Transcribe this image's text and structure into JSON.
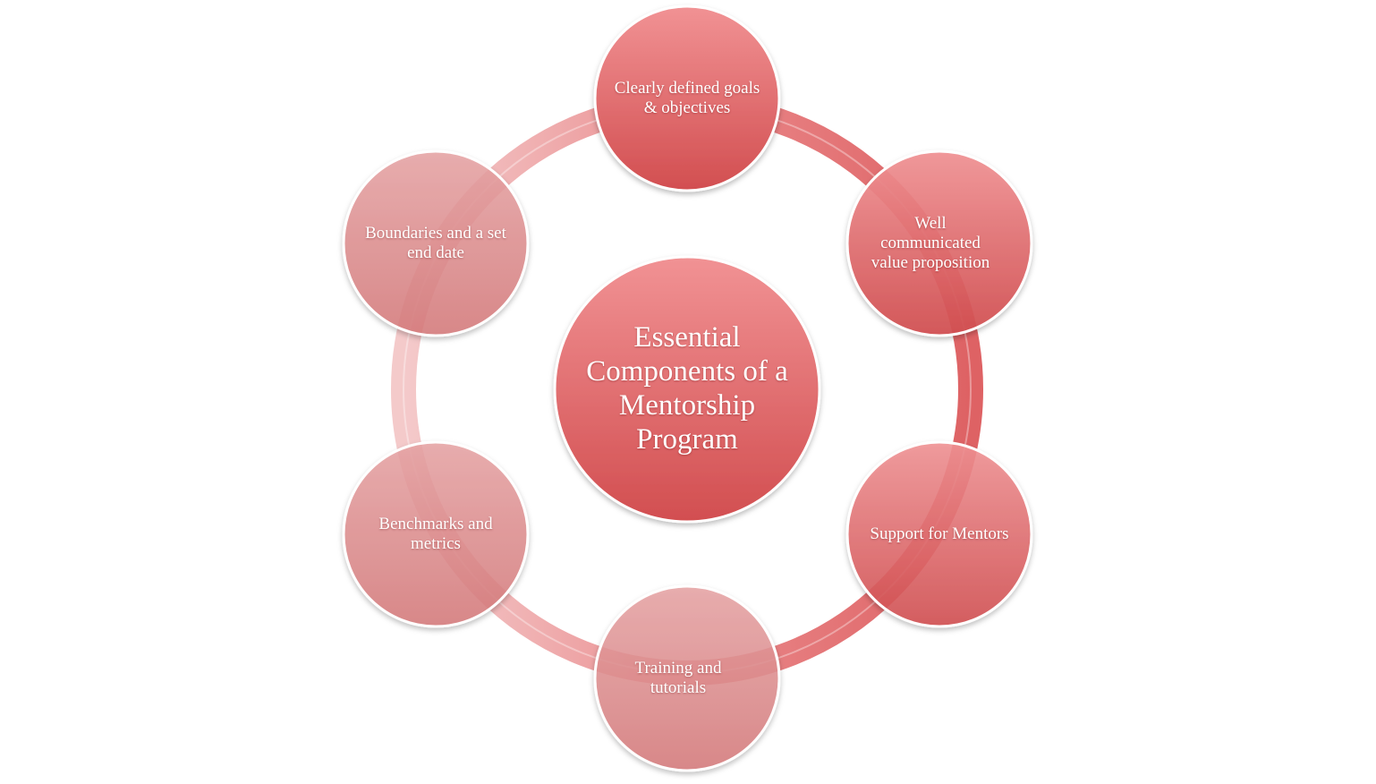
{
  "diagram": {
    "center": {
      "label": "Essential Components of a Mentorship Program"
    },
    "components": [
      {
        "label": "Clearly defined goals & objectives"
      },
      {
        "label": "Well communicated value proposition"
      },
      {
        "label": "Support for Mentors"
      },
      {
        "label": "Training and tutorials"
      },
      {
        "label": "Benchmarks and metrics"
      },
      {
        "label": "Boundaries and a set end date"
      }
    ],
    "colors": {
      "primary": "#d9585a",
      "light": "#f29a9b",
      "ring": "#e57375"
    }
  }
}
